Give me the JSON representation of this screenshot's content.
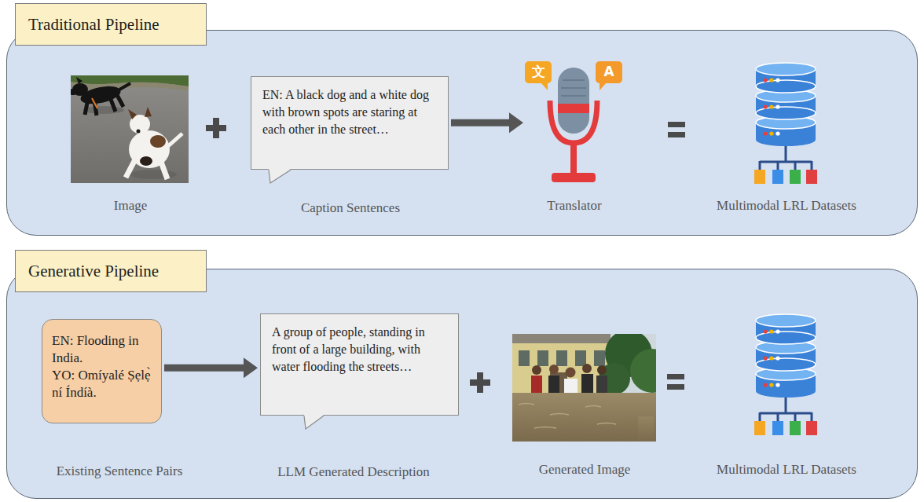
{
  "diagram": {
    "nodes": [
      {
        "text": [
          "Traditional Pipeline"
        ]
      },
      {
        "text": [
          "Image"
        ],
        "in": 0
      },
      {
        "text": [
          "EN: A black dog and a white dog with brown spots are staring at each other in the street…",
          "Caption Sentences"
        ],
        "in": 0
      },
      {
        "text": [
          "Translator"
        ],
        "in": 0
      },
      {
        "text": [
          "Multimodal LRL Datasets"
        ],
        "in": 0
      },
      {
        "text": [
          "Generative Pipeline"
        ]
      },
      {
        "text": [
          "EN: Flooding in India.",
          "YO: Omíyalé Ṣẹlẹ̀ ní Índíà.",
          "Existing Sentence Pairs"
        ],
        "in": 5
      },
      {
        "text": [
          "A group of people, standing in front of a large building, with water flooding the streets…",
          "LLM Generated Description"
        ],
        "in": 5
      },
      {
        "text": [
          "Generated Image"
        ],
        "in": 5
      },
      {
        "text": [
          "Multimodal LRL Datasets"
        ],
        "in": 5
      }
    ],
    "edges": [
      {
        "from": 2,
        "to": 3,
        "arrow": "to"
      },
      {
        "from": 6,
        "to": 7,
        "arrow": "to"
      }
    ],
    "labels": [
      "文",
      "A"
    ]
  }
}
